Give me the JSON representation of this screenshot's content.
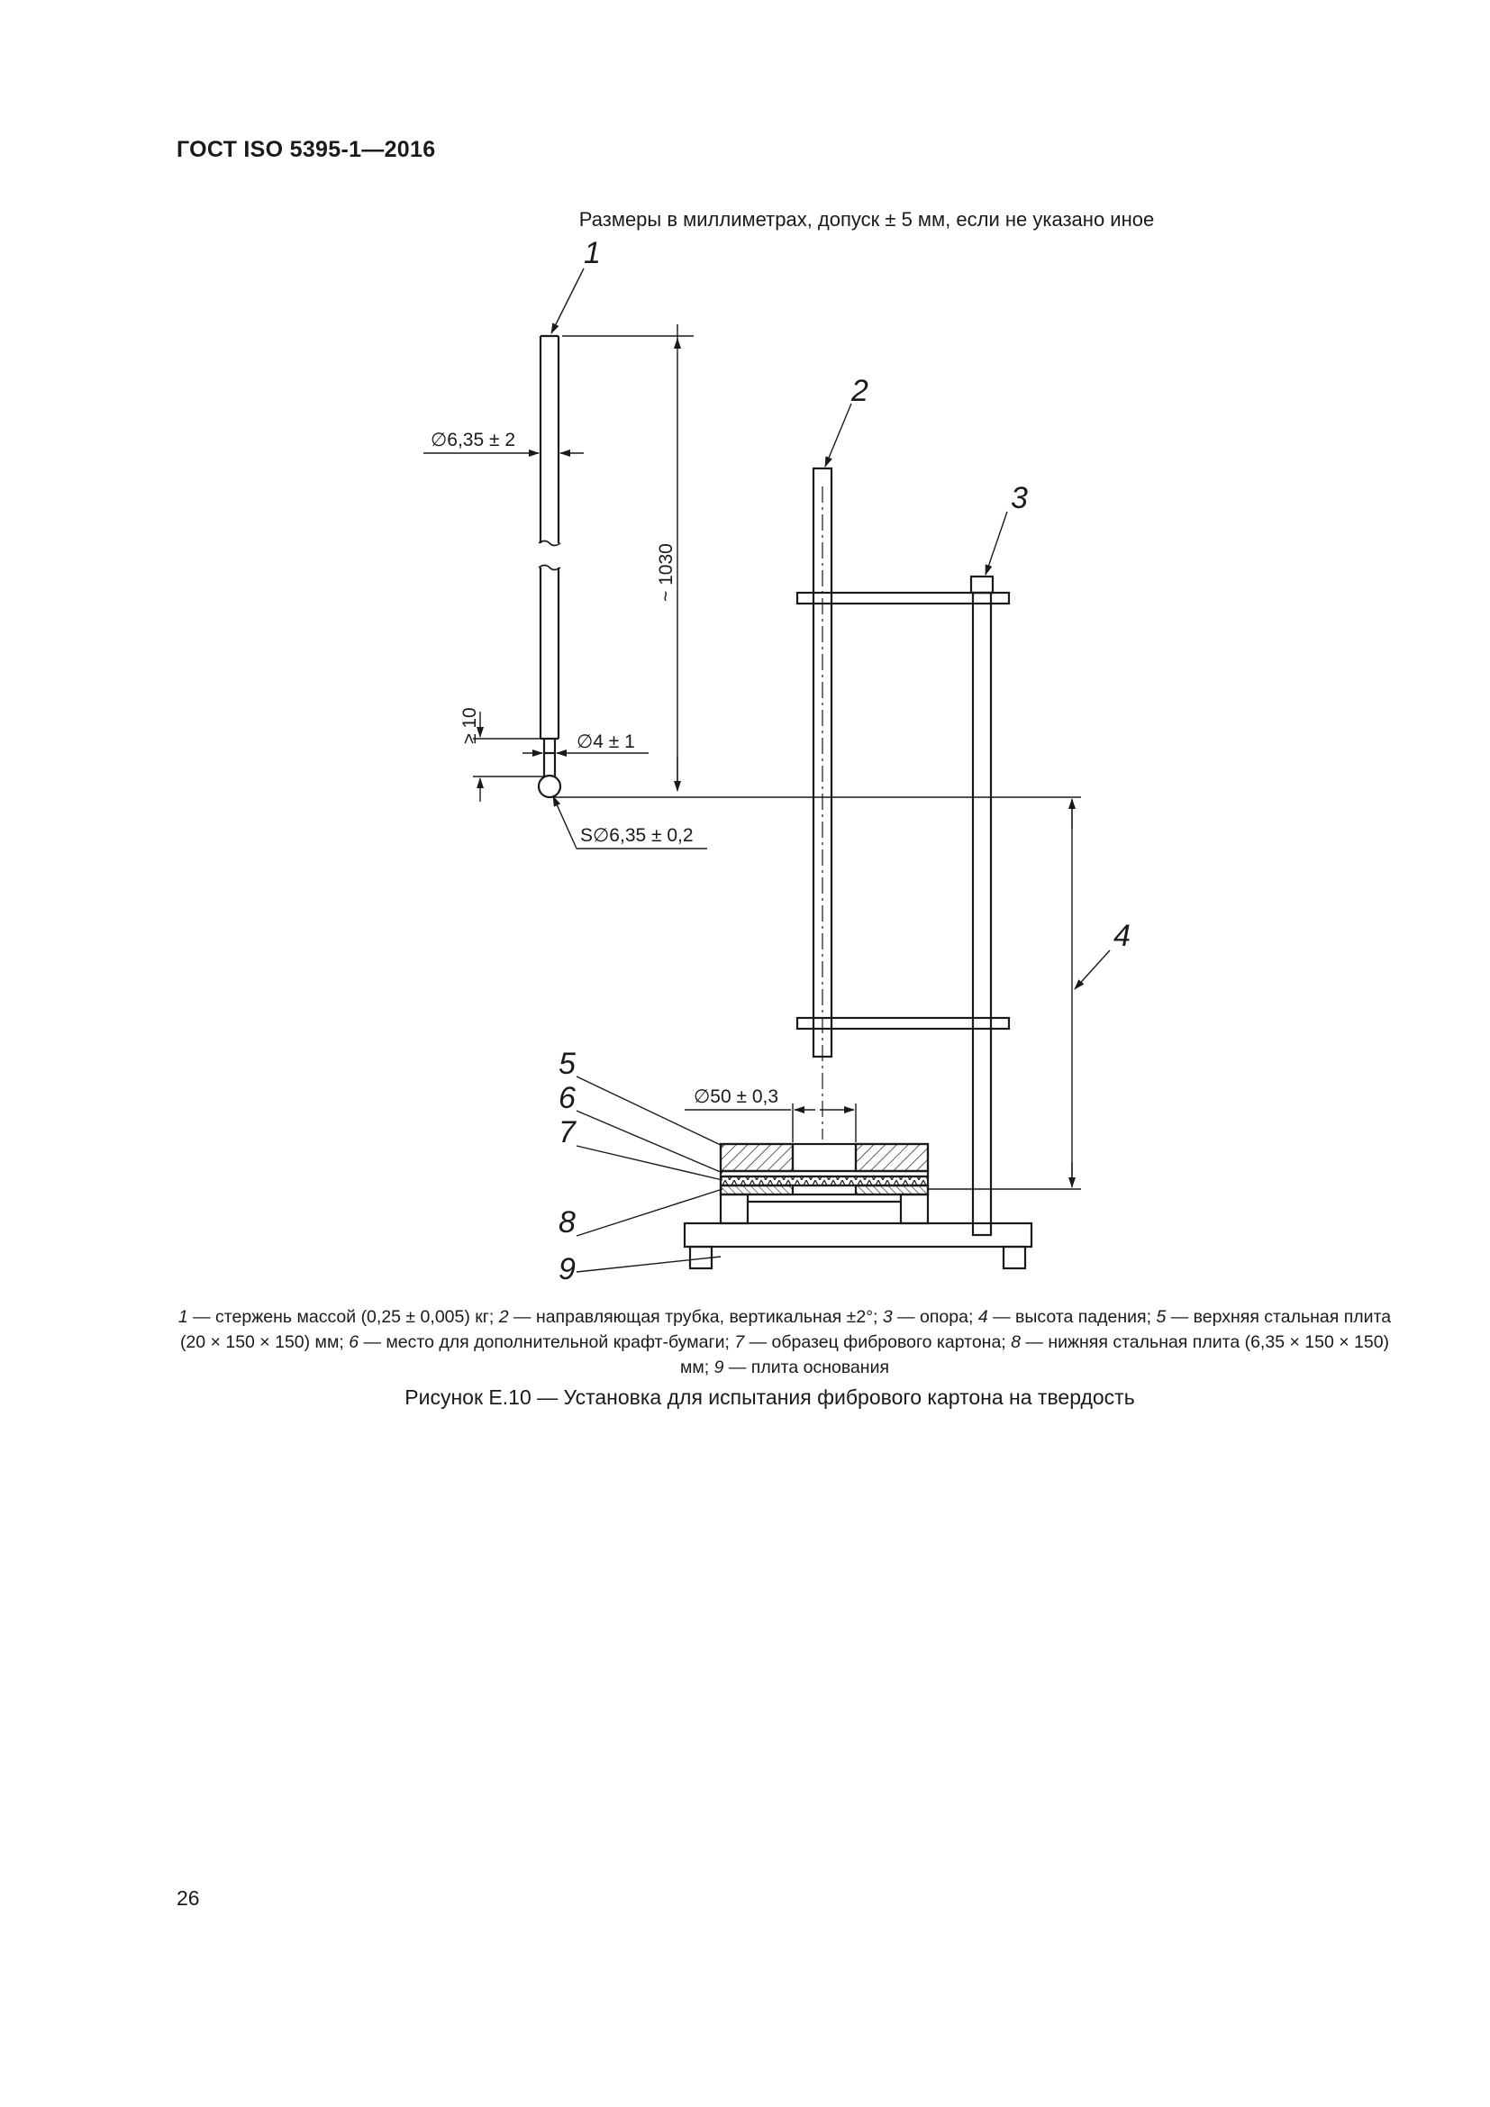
{
  "header": {
    "standard": "ГОСТ ISO 5395-1—2016"
  },
  "dimension_note": "Размеры в миллиметрах, допуск ± 5 мм, если не указано иное",
  "figure": {
    "callouts": [
      "1",
      "2",
      "3",
      "4",
      "5",
      "6",
      "7",
      "8",
      "9"
    ],
    "dimensions": {
      "rod_diameter": "∅6,35 ± 2",
      "rod_length": "~ 1030",
      "neck_length": "≥ 10",
      "neck_diameter": "∅4 ± 1",
      "ball_diameter": "S∅6,35 ± 0,2",
      "hole_diameter": "∅50 ± 0,3"
    }
  },
  "legend": [
    {
      "n": "1",
      "text": " — стержень массой (0,25 ± 0,005) кг; "
    },
    {
      "n": "2",
      "text": " — направляющая трубка, вертикальная ±2°; "
    },
    {
      "n": "3",
      "text": " — опора; "
    },
    {
      "n": "4",
      "text": " — высота падения; "
    },
    {
      "n": "5",
      "text": " —  верхняя стальная плита (20 × 150 × 150) мм; "
    },
    {
      "n": "6",
      "text": " — место для дополнительной крафт-бумаги; "
    },
    {
      "n": "7",
      "text": " — образец фибрового картона; "
    },
    {
      "n": "8",
      "text": " — нижняя стальная плита (6,35 × 150 × 150) мм; "
    },
    {
      "n": "9",
      "text": " — плита основания"
    }
  ],
  "caption": "Рисунок Е.10 — Установка для испытания фибрового картона на твердость",
  "page_number": "26"
}
